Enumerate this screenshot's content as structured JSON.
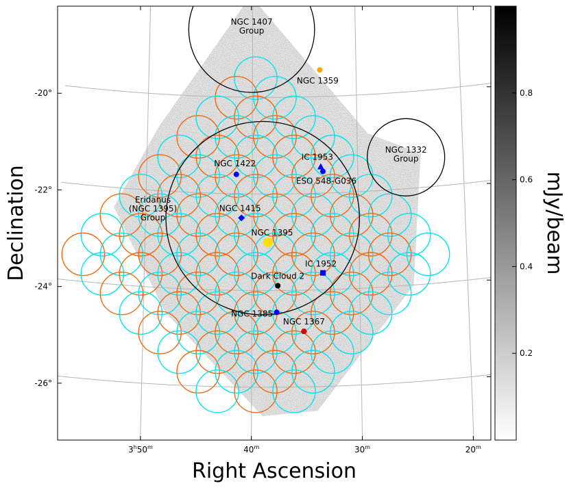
{
  "chart_data": {
    "type": "sky_map",
    "xlabel": "Right Ascension",
    "ylabel": "Declination",
    "colorbar_label": "mJy/beam",
    "colorbar_ticks": [
      "0.2",
      "0.4",
      "0.6",
      "0.8"
    ],
    "colorbar_range": [
      0,
      1.0
    ],
    "ra_tick_labels": [
      {
        "text": "3h50m",
        "ra_min": 50
      },
      {
        "text": "40m",
        "ra_min": 40
      },
      {
        "text": "30m",
        "ra_min": 30
      },
      {
        "text": "20m",
        "ra_min": 20
      }
    ],
    "dec_tick_labels": [
      {
        "text": "-20°",
        "dec": -20
      },
      {
        "text": "-22°",
        "dec": -22
      },
      {
        "text": "-24°",
        "dec": -24
      },
      {
        "text": "-26°",
        "dec": -26
      }
    ],
    "groups": [
      {
        "name": "NGC 1407\nGroup",
        "ra_min": 40.1,
        "dec": -18.6,
        "radius_deg": 1.3
      },
      {
        "name": "Eridanus\n(NGC 1395)\nGroup",
        "ra_min": 39.0,
        "dec": -22.5,
        "radius_deg": 2.0
      },
      {
        "name": "NGC 1332\nGroup",
        "ra_min": 25.4,
        "dec": -21.35,
        "radius_deg": 0.8
      }
    ],
    "galaxies": [
      {
        "name": "NGC 1359",
        "ra_min": 33.5,
        "dec": -19.45,
        "color": "#FFA500",
        "marker": "circle"
      },
      {
        "name": "IC 1953",
        "ra_min": 33.5,
        "dec": -21.45,
        "color": "#0000FF",
        "marker": "triangle"
      },
      {
        "name": "ESO 548-G036",
        "ra_min": 33.3,
        "dec": -21.55,
        "color": "#0000FF",
        "marker": "circle"
      },
      {
        "name": "NGC 1422",
        "ra_min": 41.5,
        "dec": -21.6,
        "color": "#0000FF",
        "marker": "circle"
      },
      {
        "name": "NGC 1415",
        "ra_min": 41.0,
        "dec": -22.5,
        "color": "#0000FF",
        "marker": "diamond"
      },
      {
        "name": "NGC 1395",
        "ra_min": 38.5,
        "dec": -23.0,
        "color": "#FFE100",
        "marker": "circle"
      },
      {
        "name": "IC 1952",
        "ra_min": 33.4,
        "dec": -23.65,
        "color": "#0000FF",
        "marker": "square"
      },
      {
        "name": "Dark Cloud 2",
        "ra_min": 37.6,
        "dec": -23.9,
        "color": "#000000",
        "marker": "circle"
      },
      {
        "name": "NGC 1385",
        "ra_min": 37.7,
        "dec": -24.45,
        "color": "#0000FF",
        "marker": "circle"
      },
      {
        "name": "NGC 1367",
        "ra_min": 35.2,
        "dec": -24.85,
        "color": "#DD0000",
        "marker": "hexagon"
      }
    ],
    "pointings": {
      "radius_deg": 0.5,
      "colors": {
        "cyan": "#00E5EE",
        "orange": "#EE6A10"
      }
    },
    "grid": true
  }
}
